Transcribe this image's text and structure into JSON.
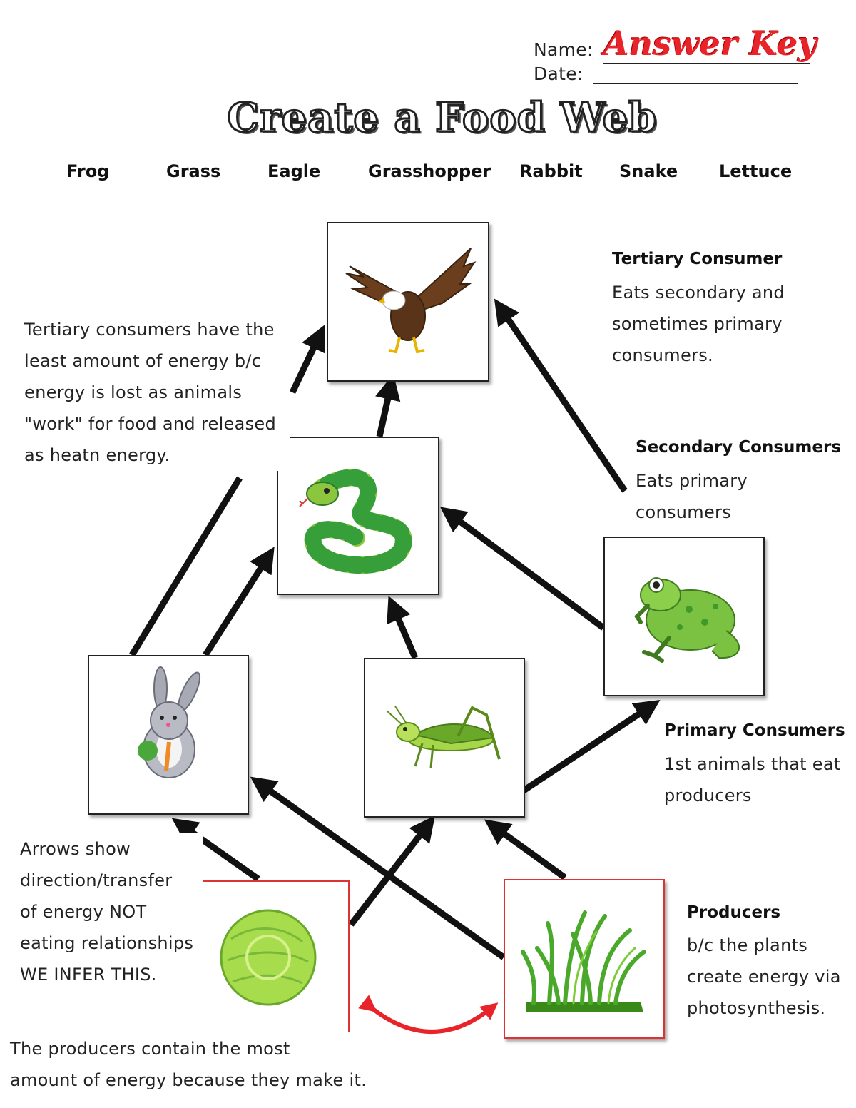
{
  "header": {
    "name_label": "Name:",
    "name_value": "Answer Key",
    "date_label": "Date:",
    "title": "Create a Food Web"
  },
  "word_bank": [
    "Frog",
    "Grass",
    "Eagle",
    "Grasshopper",
    "Rabbit",
    "Snake",
    "Lettuce"
  ],
  "organisms": {
    "eagle": "eagle",
    "snake": "snake",
    "frog": "frog",
    "rabbit": "rabbit",
    "grasshopper": "grasshopper",
    "lettuce": "lettuce",
    "grass": "grass"
  },
  "labels": {
    "tertiary": {
      "heading": "Tertiary Consumer",
      "lines": [
        "Eats secondary and",
        "sometimes primary",
        "consumers."
      ]
    },
    "secondary": {
      "heading": "Secondary Consumers",
      "lines": [
        "Eats primary",
        "consumers"
      ]
    },
    "primary": {
      "heading": "Primary Consumers",
      "lines": [
        "1st animals that eat",
        "producers"
      ]
    },
    "producers": {
      "heading": "Producers",
      "lines": [
        "b/c the plants",
        "create energy via",
        "photosynthesis."
      ]
    }
  },
  "notes": {
    "tertiary_energy": [
      "Tertiary consumers have the",
      "least amount of energy b/c",
      "energy is lost as animals",
      "\"work\" for food and released",
      "as heatn energy."
    ],
    "arrows": [
      "Arrows show",
      "direction/transfer",
      "of energy NOT",
      "eating relationships",
      "WE INFER THIS."
    ],
    "producers_energy": [
      "The producers contain the most",
      "amount of energy because they make it."
    ]
  },
  "colors": {
    "answer_key": "#e8232a",
    "arrow": "#111111",
    "producer_border": "#d33333",
    "double_arrow": "#e8232a"
  }
}
